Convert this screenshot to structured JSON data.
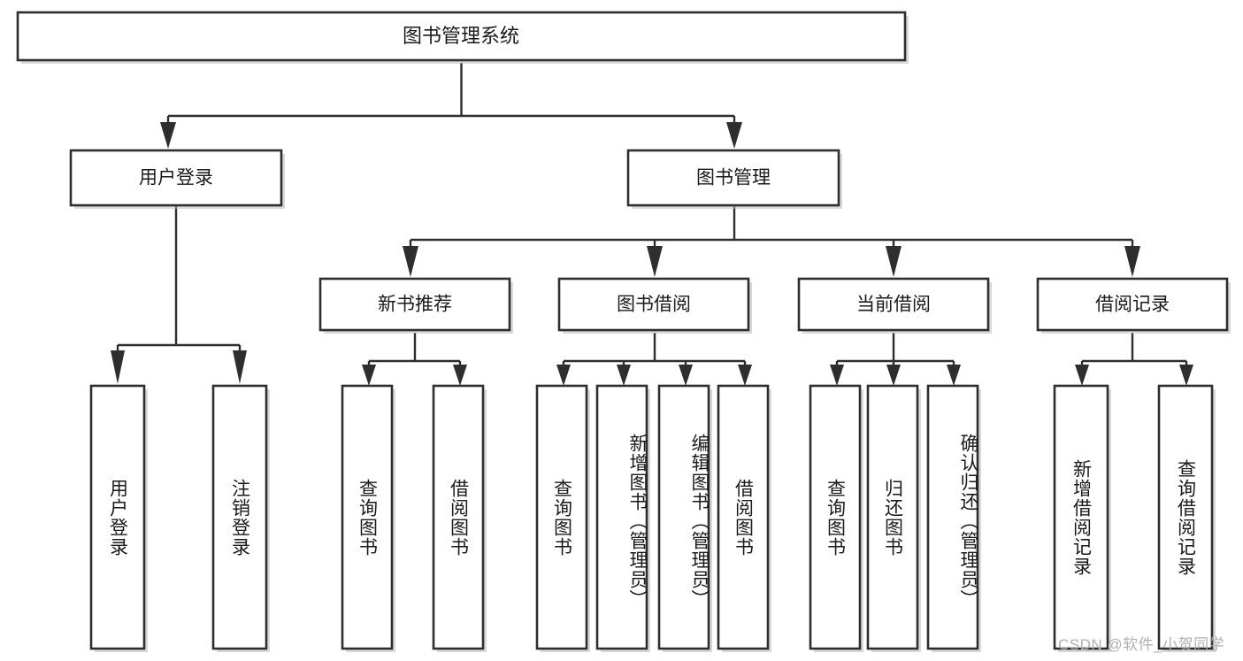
{
  "diagram": {
    "title": "图书管理系统",
    "type": "tree-hierarchy",
    "colors": {
      "box_stroke": "#2e2e2e",
      "box_fill": "#ffffff",
      "line": "#2e2e2e",
      "text": "#1a1a1a",
      "watermark": "#b0b0b0",
      "background": "#ffffff"
    },
    "root": {
      "label": "图书管理系统"
    },
    "level2": [
      {
        "label": "用户登录"
      },
      {
        "label": "图书管理"
      }
    ],
    "level3": [
      {
        "label": "新书推荐"
      },
      {
        "label": "图书借阅"
      },
      {
        "label": "当前借阅"
      },
      {
        "label": "借阅记录"
      }
    ],
    "leaves": {
      "user_login": [
        {
          "label": "用户登录"
        },
        {
          "label": "注销登录"
        }
      ],
      "new_book_recommend": [
        {
          "label": "查询图书"
        },
        {
          "label": "借阅图书"
        }
      ],
      "book_borrow": [
        {
          "label": "查询图书"
        },
        {
          "label": "新增图书（管理员）"
        },
        {
          "label": "编辑图书（管理员）"
        },
        {
          "label": "借阅图书"
        }
      ],
      "current_borrow": [
        {
          "label": "查询图书"
        },
        {
          "label": "归还图书"
        },
        {
          "label": "确认归还（管理员）"
        }
      ],
      "borrow_record": [
        {
          "label": "新增借阅记录"
        },
        {
          "label": "查询借阅记录"
        }
      ]
    }
  },
  "watermark": {
    "text": "CSDN @软件_小贺同学"
  }
}
